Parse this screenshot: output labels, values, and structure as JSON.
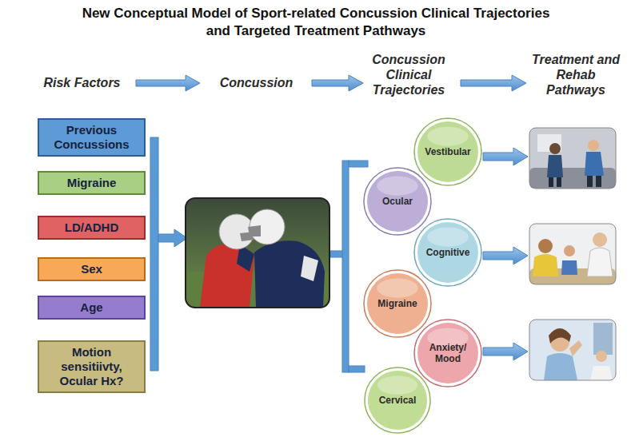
{
  "diagram": {
    "title": "New Conceptual Model of Sport-related Concussion Clinical Trajectories and Targeted Treatment Pathways",
    "nodes": [
      {
        "text": [
          "Previous Concussions"
        ]
      },
      {
        "text": [
          "Migraine"
        ]
      },
      {
        "text": [
          "LD/ADHD"
        ]
      },
      {
        "text": [
          "Sex"
        ]
      },
      {
        "text": [
          "Age"
        ]
      },
      {
        "text": [
          "Motion sensitiivty, Ocular Hx?"
        ]
      },
      {
        "text": [
          "Vestibular"
        ]
      },
      {
        "text": [
          "Ocular"
        ]
      },
      {
        "text": [
          "Cognitive"
        ]
      },
      {
        "text": [
          "Migraine"
        ]
      },
      {
        "text": [
          "Anxiety/ Mood"
        ]
      },
      {
        "text": [
          "Cervical"
        ]
      }
    ],
    "labels": [
      "Risk Factors",
      "Concussion",
      "Concussion Clinical Trajectories",
      "Treatment and Rehab Pathways"
    ]
  }
}
